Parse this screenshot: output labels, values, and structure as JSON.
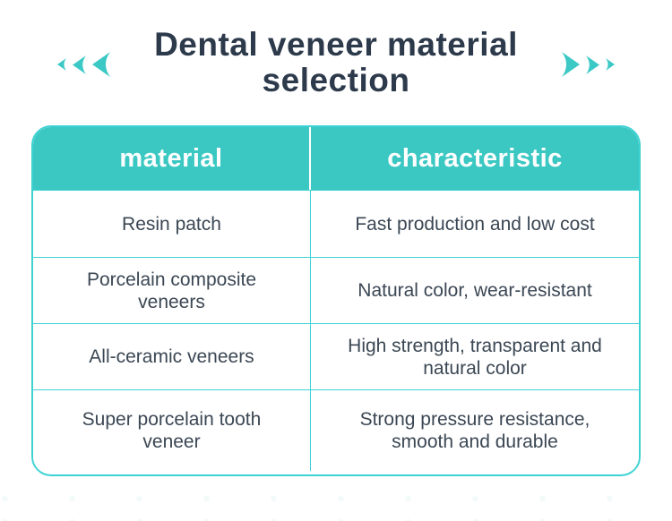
{
  "title": {
    "line1": "Dental veneer material",
    "line2": "selection",
    "color": "#2d3a4b"
  },
  "decor": {
    "left_arrows_icon": "triple-left-arrows",
    "right_arrows_icon": "triple-right-arrows",
    "arrow_color": "#3cc9c6"
  },
  "table": {
    "header": {
      "col1": "material",
      "col2": "characteristic",
      "background": "#3bc8c3",
      "text_color": "#ffffff"
    },
    "border_color": "#3ed2d4",
    "body_text_color": "#3b4754",
    "rows": [
      {
        "material": "Resin patch",
        "characteristic": "Fast production and low cost"
      },
      {
        "material": "Porcelain composite veneers",
        "characteristic": "Natural color, wear-resistant"
      },
      {
        "material": "All-ceramic veneers",
        "characteristic": "High strength, transparent and natural color"
      },
      {
        "material": "Super porcelain tooth veneer",
        "characteristic": "Strong pressure resistance, smooth and durable"
      }
    ]
  },
  "chart_data": {
    "type": "table",
    "title": "Dental veneer material selection",
    "columns": [
      "material",
      "characteristic"
    ],
    "rows": [
      [
        "Resin patch",
        "Fast production and low cost"
      ],
      [
        "Porcelain composite veneers",
        "Natural color, wear-resistant"
      ],
      [
        "All-ceramic veneers",
        "High strength, transparent and natural color"
      ],
      [
        "Super porcelain tooth veneer",
        "Strong pressure resistance, smooth and durable"
      ]
    ],
    "legend_position": "none",
    "grid": true
  }
}
